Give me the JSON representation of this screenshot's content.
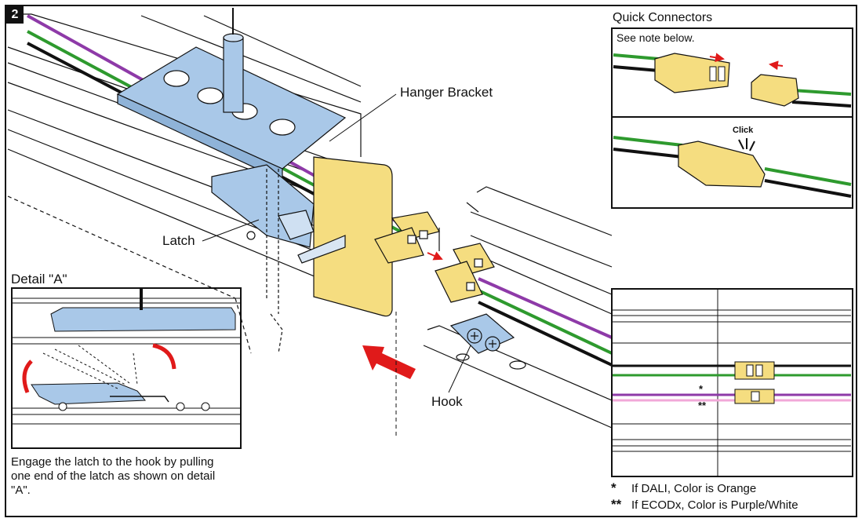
{
  "step": "2",
  "labels": {
    "hanger_bracket": "Hanger Bracket",
    "latch": "Latch",
    "hook": "Hook",
    "detail_a": "Detail \"A\"",
    "quick_connectors": "Quick Connectors",
    "see_note": "See note below.",
    "click": "Click"
  },
  "instruction": [
    "Engage the latch to the hook by pulling",
    "one end of the latch as shown on detail",
    "\"A\"."
  ],
  "legend": [
    {
      "marker": "*",
      "text": "If DALI, Color is Orange"
    },
    {
      "marker": "**",
      "text": "If ECODx, Color is Purple/White"
    }
  ],
  "wire_stars": [
    "*",
    "**"
  ],
  "colors": {
    "part_blue": "#a9c8e8",
    "connector_yellow": "#f5dd80",
    "wire_green": "#2e9a2e",
    "wire_purple": "#8e3aa8",
    "wire_pink": "#f2a8d8",
    "arrow_red": "#e01a1a"
  }
}
